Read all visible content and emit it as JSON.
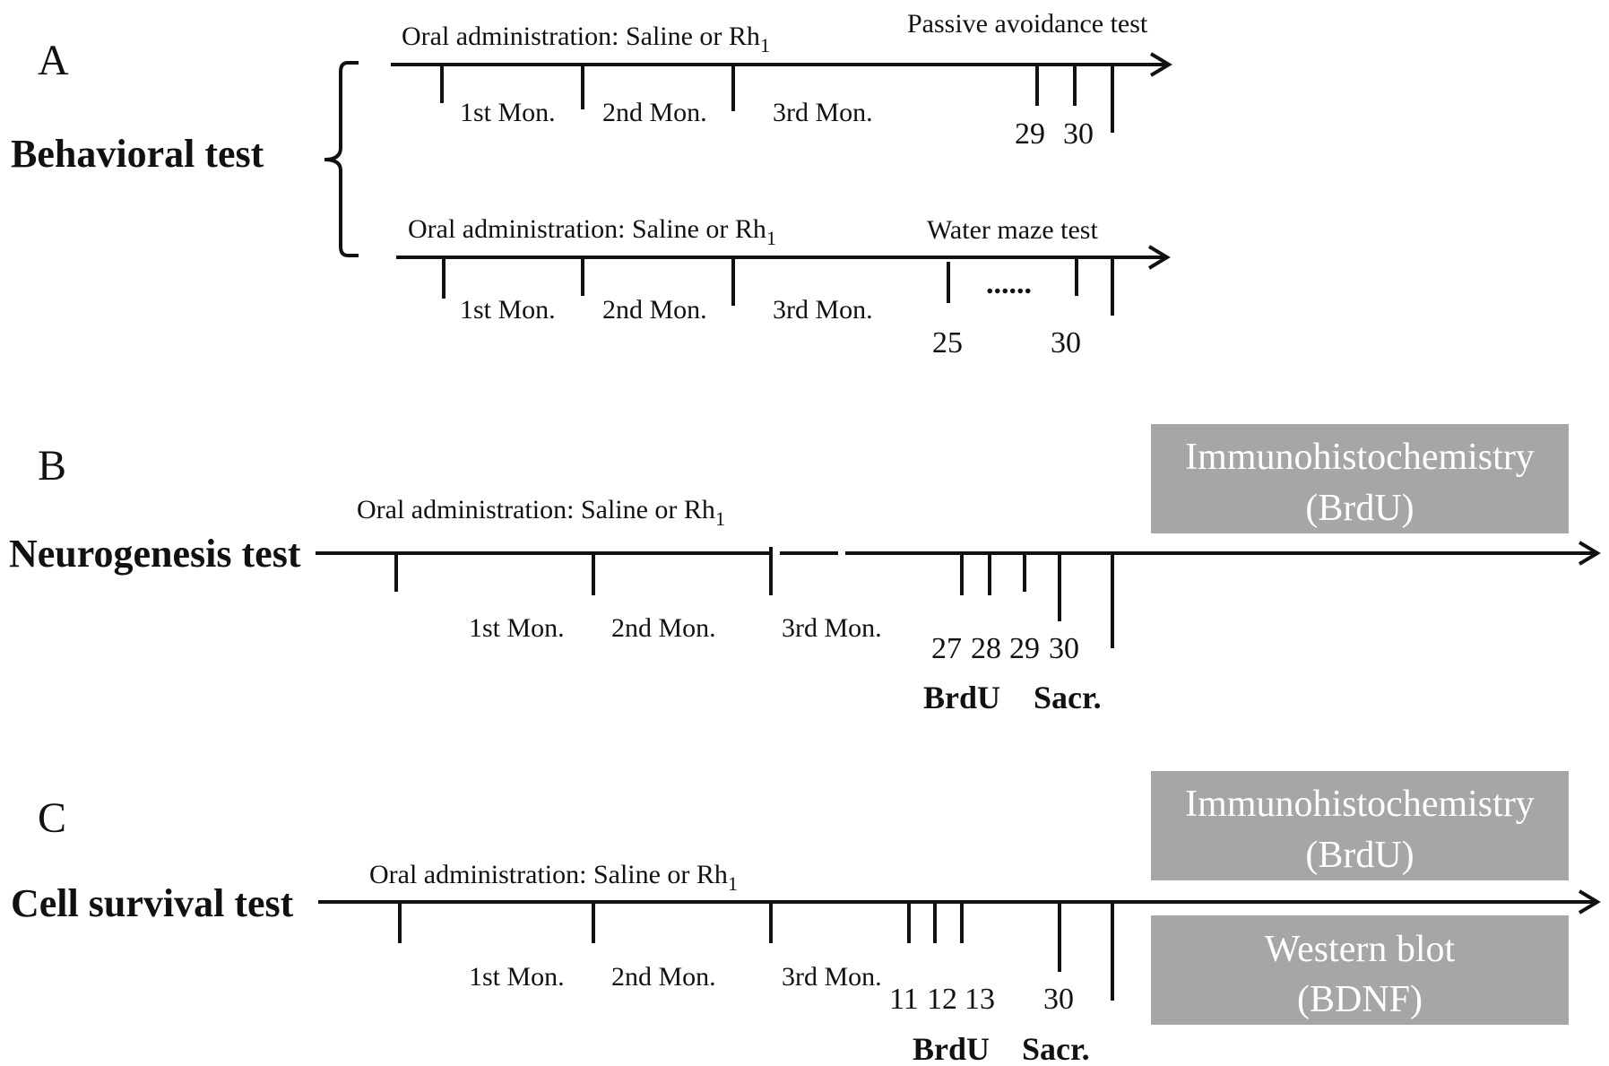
{
  "panels": {
    "A": {
      "letter": "A",
      "title": "Behavioral test",
      "admin_prefix": "Oral administration: Saline or Rh",
      "admin_subscript": "1",
      "tests": [
        {
          "test_label": "Passive avoidance test",
          "months": [
            "1st Mon.",
            "2nd Mon.",
            "3rd Mon."
          ],
          "days": [
            "29",
            "30"
          ]
        },
        {
          "test_label": "Water maze test",
          "months": [
            "1st Mon.",
            "2nd Mon.",
            "3rd Mon."
          ],
          "days": [
            "25",
            "30"
          ],
          "ellipsis": "......"
        }
      ]
    },
    "B": {
      "letter": "B",
      "title": "Neurogenesis test",
      "admin_prefix": "Oral administration: Saline or Rh",
      "admin_subscript": "1",
      "months": [
        "1st Mon.",
        "2nd Mon.",
        "3rd Mon."
      ],
      "days": [
        "27",
        "28",
        "29",
        "30"
      ],
      "events": [
        "BrdU",
        "Sacr."
      ],
      "boxes": [
        {
          "line1": "Immunohistochemistry",
          "line2": "(BrdU)"
        }
      ]
    },
    "C": {
      "letter": "C",
      "title": "Cell survival test",
      "admin_prefix": "Oral administration: Saline or Rh",
      "admin_subscript": "1",
      "months": [
        "1st Mon.",
        "2nd Mon.",
        "3rd Mon."
      ],
      "days": [
        "11",
        "12",
        "13",
        "30"
      ],
      "events": [
        "BrdU",
        "Sacr."
      ],
      "boxes": [
        {
          "line1": "Immunohistochemistry",
          "line2": "(BrdU)"
        },
        {
          "line1": "Western blot",
          "line2": "(BDNF)"
        }
      ]
    }
  },
  "colors": {
    "line": "#111111",
    "box_fill": "#a6a6a6",
    "box_text": "#ffffff"
  }
}
